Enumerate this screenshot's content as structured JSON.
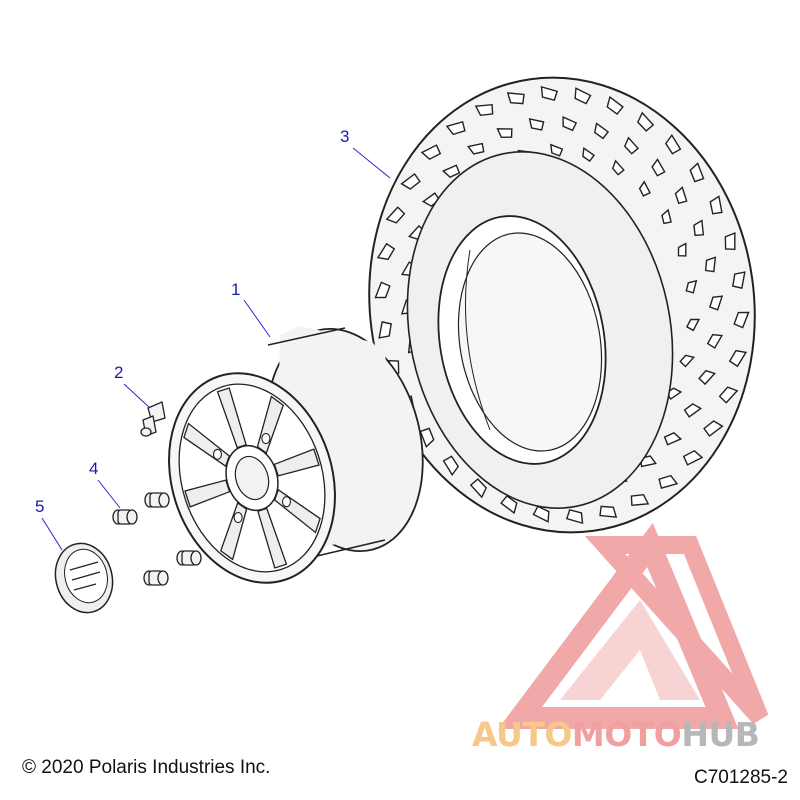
{
  "diagram": {
    "callouts": {
      "wheel": "1",
      "valve_stem": "2",
      "tire": "3",
      "lug_nuts": "4",
      "center_cap": "5"
    },
    "copyright": "© 2020 Polaris Industries Inc.",
    "part_number": "C701285-2"
  },
  "watermark": {
    "text_part1": "AUTO",
    "text_part2": "MOTO",
    "text_part3": "HUB",
    "color_part1": "#f6c88a",
    "color_part2": "#f1a0a0",
    "color_part3": "#b7b7b7",
    "logo_color": "#ef9a9a"
  },
  "colors": {
    "line": "#222222",
    "callout": "#1a1ab0",
    "leader": "#2a2acc"
  }
}
